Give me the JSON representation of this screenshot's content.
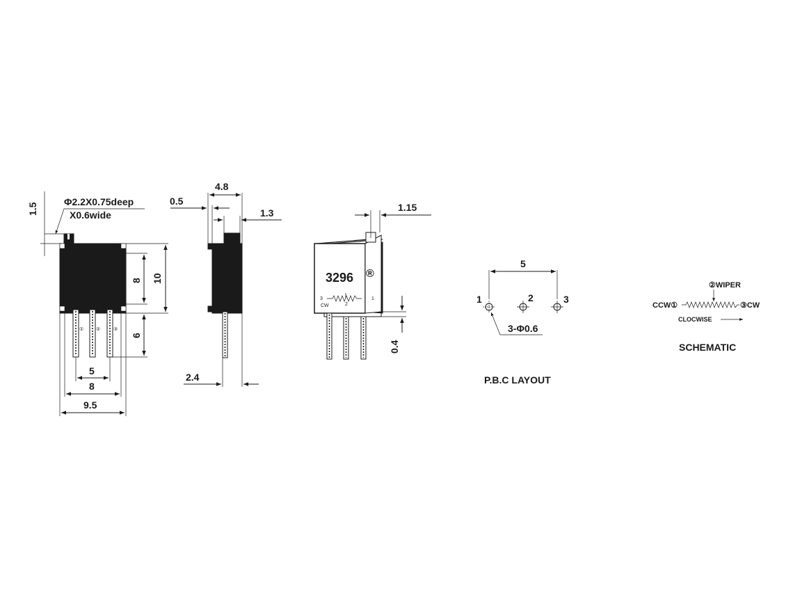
{
  "front_view": {
    "hole_note_line1": "Φ2.2X0.75deep",
    "hole_note_line2": "X0.6wide",
    "dim_top_offset": "1.5",
    "dim_body_height": "10",
    "dim_body_inner": "8",
    "dim_pin_length": "6",
    "dim_pin_pitch": "5",
    "dim_pin_span": "8",
    "dim_width": "9.5",
    "pin_marks": [
      "①",
      "②",
      "③"
    ]
  },
  "side_view": {
    "dim_depth": "4.8",
    "dim_offset": "0.5",
    "dim_adjust": "1.3",
    "dim_pin_offset": "2.4"
  },
  "iso_view": {
    "model": "3296",
    "registered": "®",
    "dim_adjust": "1.15",
    "dim_standoff": "0.4",
    "pin_label_left": "3",
    "pin_label_mid": "2",
    "pin_label_right": "1",
    "cw_label": "CW"
  },
  "pcb_layout": {
    "dim_pitch": "5",
    "pin1": "1",
    "pin2": "2",
    "pin3": "3",
    "hole_note": "3-Φ0.6",
    "title": "P.B.C LAYOUT"
  },
  "schematic": {
    "wiper": "②WIPER",
    "ccw": "CCW①",
    "cw": "③CW",
    "clockwise": "CLOCWISE",
    "title": "SCHEMATIC"
  }
}
